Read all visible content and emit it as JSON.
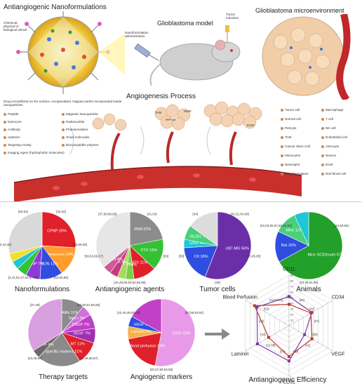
{
  "header": {
    "nanoformulations_title": "Antiangiogenic Nanoformulations",
    "glioblastoma_model_title": "Glioblastoma model",
    "microenvironment_title": "Glioblastoma microenvironment",
    "angiogenesis_title": "Angiogenesis Process",
    "nanoformulation_administration": "Nanoformulation administration",
    "tumor_induction": "Tumor induction",
    "stimuli": "Chemical, physical or biological stimuli",
    "tam": "TAM",
    "mmp": "MMP",
    "hif1a": "HIF-1α",
    "ecm": "ECM"
  },
  "top_legend": {
    "drug_note": "Drug immobilized on the surface, encapsulated, trapped and/or incorporated inside nanoparticles",
    "left": [
      "Peptide",
      "Nanocore",
      "Antibody",
      "Aptamer",
      "Targeting moiety",
      "Imaging Agent (hydrophobic molecules)"
    ],
    "middle": [
      "Magnetic Nanoparticle",
      "Radionuclide",
      "Photosensitizer",
      "Small molecules",
      "Biocompatible polymer"
    ],
    "cells_left": [
      "Tumor cell",
      "Normal cell",
      "Pericyte",
      "TAM",
      "Cancer Stem Cell",
      "Monocytes",
      "Neutrophil",
      "Nanoformulation"
    ],
    "cells_right": [
      "Macrophage",
      "T cell",
      "NK cell",
      "Endothelial cell",
      "Astrocyte",
      "Neuron",
      "ECM",
      "Red blood cell"
    ]
  },
  "chart_data": [
    {
      "type": "pie",
      "title": "Nanoformulations",
      "slices": [
        {
          "label": "CPNP 26%",
          "value": 26,
          "color": "#e0202a"
        },
        {
          "label": "Liposomes 14%",
          "value": 14,
          "color": "#ff9d2e"
        },
        {
          "label": "SPION 11%",
          "value": 11,
          "color": "#2f4ee0"
        },
        {
          "label": "LNP 7%",
          "value": 7,
          "color": "#8e3ad8"
        },
        {
          "label": "",
          "value": 5,
          "color": "#35c235"
        },
        {
          "label": "",
          "value": 4,
          "color": "#1ec6d6"
        },
        {
          "label": "",
          "value": 4,
          "color": "#f0e02a"
        },
        {
          "label": "",
          "value": 29,
          "color": "#d9d9d9"
        }
      ],
      "annotations": [
        "[34,52]",
        "[55,58,59]",
        "[53,60,66]",
        "[2,41,51,57,62,67,68]",
        "[42,44,45]",
        "[63,64]"
      ]
    },
    {
      "type": "pie",
      "title": "Antiangiogenic agents",
      "slices": [
        {
          "label": "RNA 22%",
          "value": 22,
          "color": "#8c8c8c"
        },
        {
          "label": "PTX 15%",
          "value": 15,
          "color": "#34c234"
        },
        {
          "label": "DOX 11%",
          "value": 11,
          "color": "#e0202a"
        },
        {
          "label": "CPT 4%",
          "value": 4,
          "color": "#78d04a"
        },
        {
          "label": "TPT 4%",
          "value": 4,
          "color": "#a8d85a"
        },
        {
          "label": "DTX 4%",
          "value": 4,
          "color": "#c73a7e"
        },
        {
          "label": "IRN 4%",
          "value": 4,
          "color": "#d05a9a"
        },
        {
          "label": "",
          "value": 36,
          "color": "#e6e6e6"
        }
      ],
      "annotations": [
        "[41,54]",
        "[53]",
        "[44,48,50,54,62,66,69]",
        "[56,63,65,67]",
        "[37,58,68,69]"
      ]
    },
    {
      "type": "pie",
      "title": "Tumor cells",
      "slices": [
        {
          "label": "U87-MG 56%",
          "value": 56,
          "color": "#6a2fa8"
        },
        {
          "label": "C6 18%",
          "value": 18,
          "color": "#2f4ee0"
        },
        {
          "label": "U251 4%",
          "value": 4,
          "color": "#1ec6d6"
        },
        {
          "label": "GL261 7%",
          "value": 7,
          "color": "#4ad07a"
        },
        {
          "label": "",
          "value": 15,
          "color": "#dcdcdc"
        }
      ],
      "annotations": [
        "[41,51,64,68]",
        "[43,45,65]",
        "[49]",
        "[50]",
        "[44]"
      ]
    },
    {
      "type": "pie",
      "title": "Animals",
      "slices": [
        {
          "label": "Mice SCID/nude 67%",
          "value": 67,
          "color": "#22a02a"
        },
        {
          "label": "Rat 15%",
          "value": 15,
          "color": "#2f4ee0"
        },
        {
          "label": "Mice 11%",
          "value": 11,
          "color": "#4ad07a"
        },
        {
          "label": "",
          "value": 7,
          "color": "#1ec6d6"
        }
      ],
      "annotations": [
        "[44,50,66]",
        "[43,49,61,65]",
        "[42,53,55,57,59,62,63]"
      ]
    },
    {
      "type": "pie",
      "title": "Therapy targets",
      "slices": [
        {
          "label": "CAMs 11%",
          "value": 11,
          "color": "#8c8c8c"
        },
        {
          "label": "Topo I 5%",
          "value": 5,
          "color": "#d070d8"
        },
        {
          "label": "DSGP 7%",
          "value": 7,
          "color": "#c040c8"
        },
        {
          "label": "VEGF 7%",
          "value": 7,
          "color": "#a030b0"
        },
        {
          "label": "MT 11%",
          "value": 11,
          "color": "#e0202a"
        },
        {
          "label": "Non specific markers 21%",
          "value": 21,
          "color": "#8a8a8a"
        },
        {
          "label": "ORF 4%",
          "value": 4,
          "color": "#6a6a6a"
        },
        {
          "label": "",
          "value": 34,
          "color": "#d9a0e0"
        }
      ],
      "annotations": [
        "[52,60,61,65,66]",
        "[41,46,55,57]",
        "[43,48,59]",
        "[37,49]"
      ]
    },
    {
      "type": "pie",
      "title": "Angiogenic markers",
      "slices": [
        {
          "label": "CD31 53%",
          "value": 53,
          "color": "#e89ae8"
        },
        {
          "label": "Blood perfusion 19%",
          "value": 19,
          "color": "#e0202a"
        },
        {
          "label": "Laminin 6%",
          "value": 6,
          "color": "#f6b24a"
        },
        {
          "label": "VEGF 5%",
          "value": 5,
          "color": "#2f4ee0"
        },
        {
          "label": "",
          "value": 17,
          "color": "#c040c8"
        }
      ],
      "annotations": [
        "[57,58,63,64]",
        "[32,57,58,63,65]",
        "[43,45,46,52,62]"
      ]
    },
    {
      "type": "radar",
      "title": "Antiangiogenic Efficiency",
      "axes": [
        "CD11",
        "CD34",
        "VEGF",
        "CD31",
        "Laminin",
        "Blood Perfusion"
      ],
      "ticks": [
        10,
        20,
        30,
        40,
        50,
        60,
        70,
        80,
        90
      ],
      "series": [
        {
          "values": [
            52,
            47,
            32,
            63,
            65,
            66
          ],
          "color": "#7b3ab0"
        },
        {
          "values": [
            38,
            45,
            47,
            55,
            42,
            71
          ],
          "color": "#c0392b"
        }
      ],
      "labels": [
        "[32]",
        "[55]",
        "[42]",
        "[57]",
        "[55]",
        "[43]",
        "[58]",
        "[57]",
        "[32,58]",
        "[34]",
        "[44]",
        "[63]",
        "[43,54,62]"
      ]
    }
  ]
}
